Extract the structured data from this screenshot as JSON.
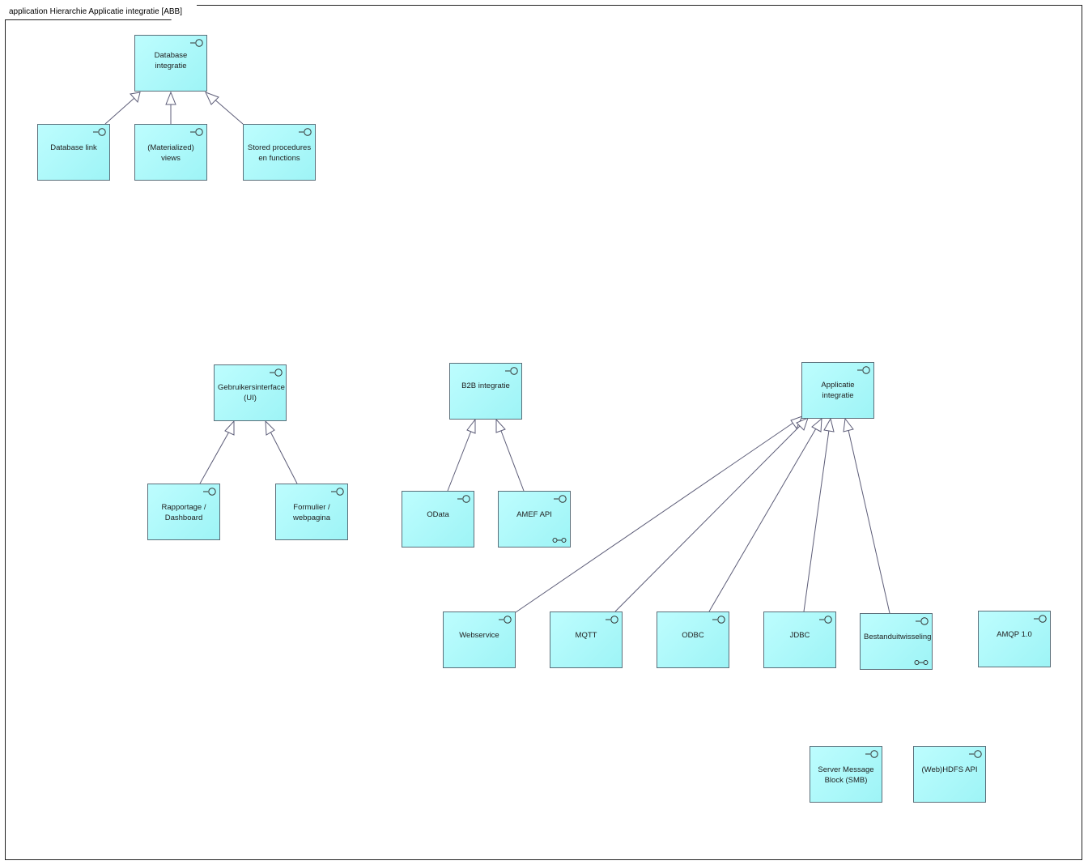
{
  "diagram": {
    "frame_title": "application Hierarchie Applicatie integratie [ABB]",
    "nodes": {
      "database_integratie": "Database integratie",
      "database_link": "Database link",
      "materialized_views": "(Materialized) views",
      "stored_procedures": "Stored procedures en functions",
      "gebruikersinterface": "Gebruikersinterface (UI)",
      "rapportage": "Rapportage / Dashboard",
      "formulier": "Formulier / webpagina",
      "b2b_integratie": "B2B integratie",
      "odata": "OData",
      "amef_api": "AMEF API",
      "applicatie_integratie": "Applicatie integratie",
      "webservice": "Webservice",
      "mqtt": "MQTT",
      "odbc": "ODBC",
      "jdbc": "JDBC",
      "bestanduitwisseling": "Bestanduitwisseling",
      "amqp": "AMQP 1.0",
      "smb": "Server Message Block (SMB)",
      "webhdfs": "(Web)HDFS API"
    },
    "relations": [
      {
        "from": "Database link",
        "to": "Database integratie",
        "type": "specialization"
      },
      {
        "from": "(Materialized) views",
        "to": "Database integratie",
        "type": "specialization"
      },
      {
        "from": "Stored procedures en functions",
        "to": "Database integratie",
        "type": "specialization"
      },
      {
        "from": "Rapportage / Dashboard",
        "to": "Gebruikersinterface (UI)",
        "type": "specialization"
      },
      {
        "from": "Formulier / webpagina",
        "to": "Gebruikersinterface (UI)",
        "type": "specialization"
      },
      {
        "from": "OData",
        "to": "B2B integratie",
        "type": "specialization"
      },
      {
        "from": "AMEF API",
        "to": "B2B integratie",
        "type": "specialization"
      },
      {
        "from": "Webservice",
        "to": "Applicatie integratie",
        "type": "specialization"
      },
      {
        "from": "MQTT",
        "to": "Applicatie integratie",
        "type": "specialization"
      },
      {
        "from": "ODBC",
        "to": "Applicatie integratie",
        "type": "specialization"
      },
      {
        "from": "JDBC",
        "to": "Applicatie integratie",
        "type": "specialization"
      },
      {
        "from": "Bestanduitwisseling",
        "to": "Applicatie integratie",
        "type": "specialization"
      }
    ],
    "colors": {
      "node_fill": "#aaf7f9",
      "node_border": "#5b6f7a",
      "line": "#5d5d78"
    },
    "icons": {
      "service": "application-interface-icon",
      "flow": "flow-icon"
    }
  }
}
